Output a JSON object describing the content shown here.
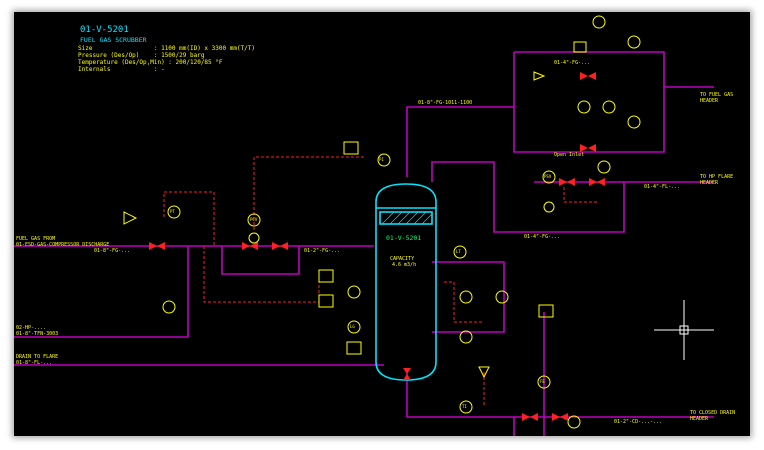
{
  "drawing": {
    "title": "01-V-5201",
    "subtitle": "FUEL GAS SCRUBBER",
    "spec_lines": [
      "Size                 : 1100 mm(ID) x 3300 mm(T/T)",
      "Pressure (Des/Op)    : 1500/29 barg",
      "Temperature (Des/Op,Min) : 200/120/85 °F",
      "Internals            : -"
    ]
  },
  "vessel": {
    "tag": "01-V-5201",
    "capacity_label": "CAPACITY",
    "capacity_value": "4.6 m3/h"
  },
  "flow_labels": {
    "inlet_fuel_gas": "FUEL GAS FROM",
    "inlet_fuel_gas_2": "01-ESD-GAS-COMPRESSOR DISCHARGE",
    "inlet_fuel_gas_3": "01-8\"-FG-...",
    "from_hp": "02-HP-....",
    "from_hp_2": "01-8\"-TFN-3003",
    "drain_to": "DRAIN TO FLARE",
    "drain_to_2": "01-8\"-FL-...",
    "top_outlet": "01-8\"-FG-1011-1100",
    "right_to_1": "TO FUEL GAS HEADER",
    "right_to_2": "TO HP FLARE HEADER",
    "right_to_3": "TO CLOSED DRAIN HEADER",
    "open_inlet": "Open Inlet",
    "line_1": "01-4\"-FG-...",
    "line_2": "01-4\"-FG-...",
    "line_3": "01-4\"-FL-...",
    "line_4": "01-2\"-FG-...",
    "bottom_line": "01-2\"-CD-...-..."
  },
  "instruments": {
    "pcv": "PCV",
    "pt": "PT",
    "pi": "PI",
    "lt": "LT",
    "lg": "LG",
    "ti": "TI",
    "ps": "PSV",
    "fe": "FE"
  },
  "colors": {
    "background": "#000000",
    "process_line": "#c000c0",
    "signal_line": "#ff2020",
    "vessel": "#00e5ff",
    "instrument": "#ffff00",
    "frame": "#ffffff"
  },
  "icons": [
    "crosshair-cursor-icon"
  ]
}
